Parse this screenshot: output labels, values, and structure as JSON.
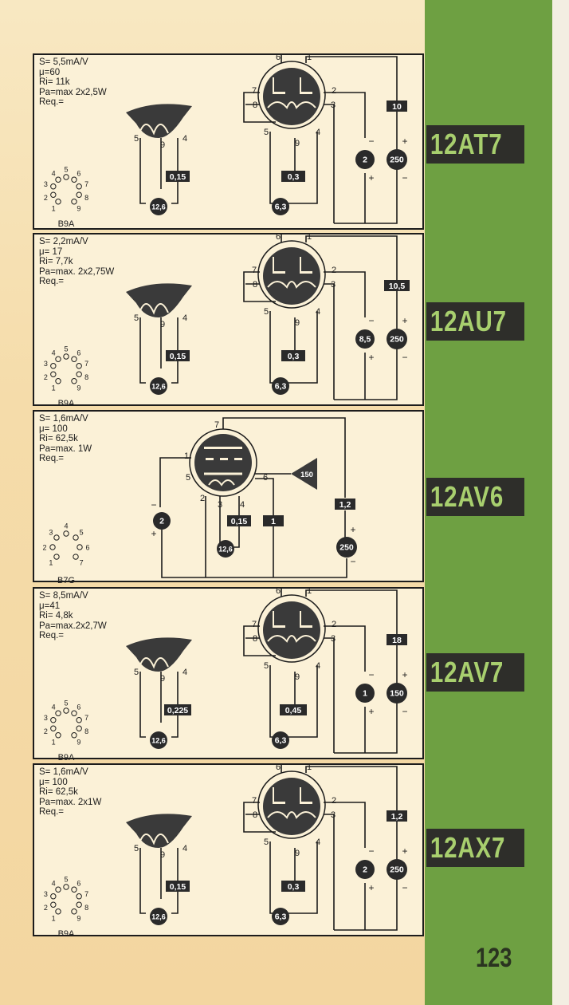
{
  "tubes": [
    {
      "name": "12AT7",
      "specs": {
        "s": "S= 5,5mA/V",
        "mu": "μ=60",
        "ri": "Ri= 11k",
        "pa": "Pa=max  2x2,5W",
        "req": "Req.="
      },
      "socket": "B9A",
      "values": {
        "heater_v": "12,6",
        "heater_r": "0,15",
        "tap_v": "6,3",
        "tap_r": "0,3",
        "bias_v": "2",
        "anode_v": "250",
        "anode_ma": "10"
      }
    },
    {
      "name": "12AU7",
      "specs": {
        "s": "S= 2,2mA/V",
        "mu": "μ= 17",
        "ri": "Ri= 7,7k",
        "pa": "Pa=max. 2x2,75W",
        "req": "Req.="
      },
      "socket": "B9A",
      "values": {
        "heater_v": "12,6",
        "heater_r": "0,15",
        "tap_v": "6,3",
        "tap_r": "0,3",
        "bias_v": "8,5",
        "anode_v": "250",
        "anode_ma": "10,5"
      }
    },
    {
      "name": "12AV6",
      "specs": {
        "s": "S= 1,6mA/V",
        "mu": "μ= 100",
        "ri": "Ri= 62,5k",
        "pa": "Pa=max. 1W",
        "req": "Req.="
      },
      "socket": "B7G",
      "values": {
        "heater_v": "12,6",
        "heater_r": "0,15",
        "bias_v": "2",
        "anode_v": "250",
        "anode_ma": "1,2",
        "diode_v": "150",
        "diode_ma": "1"
      }
    },
    {
      "name": "12AV7",
      "specs": {
        "s": "S= 8,5mA/V",
        "mu": "μ=41",
        "ri": "Ri= 4,8k",
        "pa": "Pa=max.2x2,7W",
        "req": "Req.="
      },
      "socket": "B9A",
      "values": {
        "heater_v": "12,6",
        "heater_r": "0,225",
        "tap_v": "6,3",
        "tap_r": "0,45",
        "bias_v": "1",
        "anode_v": "150",
        "anode_ma": "18"
      }
    },
    {
      "name": "12AX7",
      "specs": {
        "s": "S= 1,6mA/V",
        "mu": "μ= 100",
        "ri": "Ri= 62,5k",
        "pa": "Pa=max. 2x1W",
        "req": "Req.="
      },
      "socket": "B9A",
      "values": {
        "heater_v": "12,6",
        "heater_r": "0,15",
        "tap_v": "6,3",
        "tap_r": "0,3",
        "bias_v": "2",
        "anode_v": "250",
        "anode_ma": "1,2"
      }
    }
  ],
  "pins_b9a": [
    "1",
    "2",
    "3",
    "4",
    "5",
    "6",
    "7",
    "8",
    "9"
  ],
  "pins_b7g": [
    "1",
    "2",
    "3",
    "4",
    "5",
    "6",
    "7"
  ],
  "polarity": {
    "plus": "+",
    "minus": "−"
  },
  "page_number": "123",
  "colors": {
    "green_strip": "#6ea042",
    "tab_bg": "#2e2e2a",
    "tab_text": "#a8cf6e",
    "ink": "#1c1c1c"
  }
}
